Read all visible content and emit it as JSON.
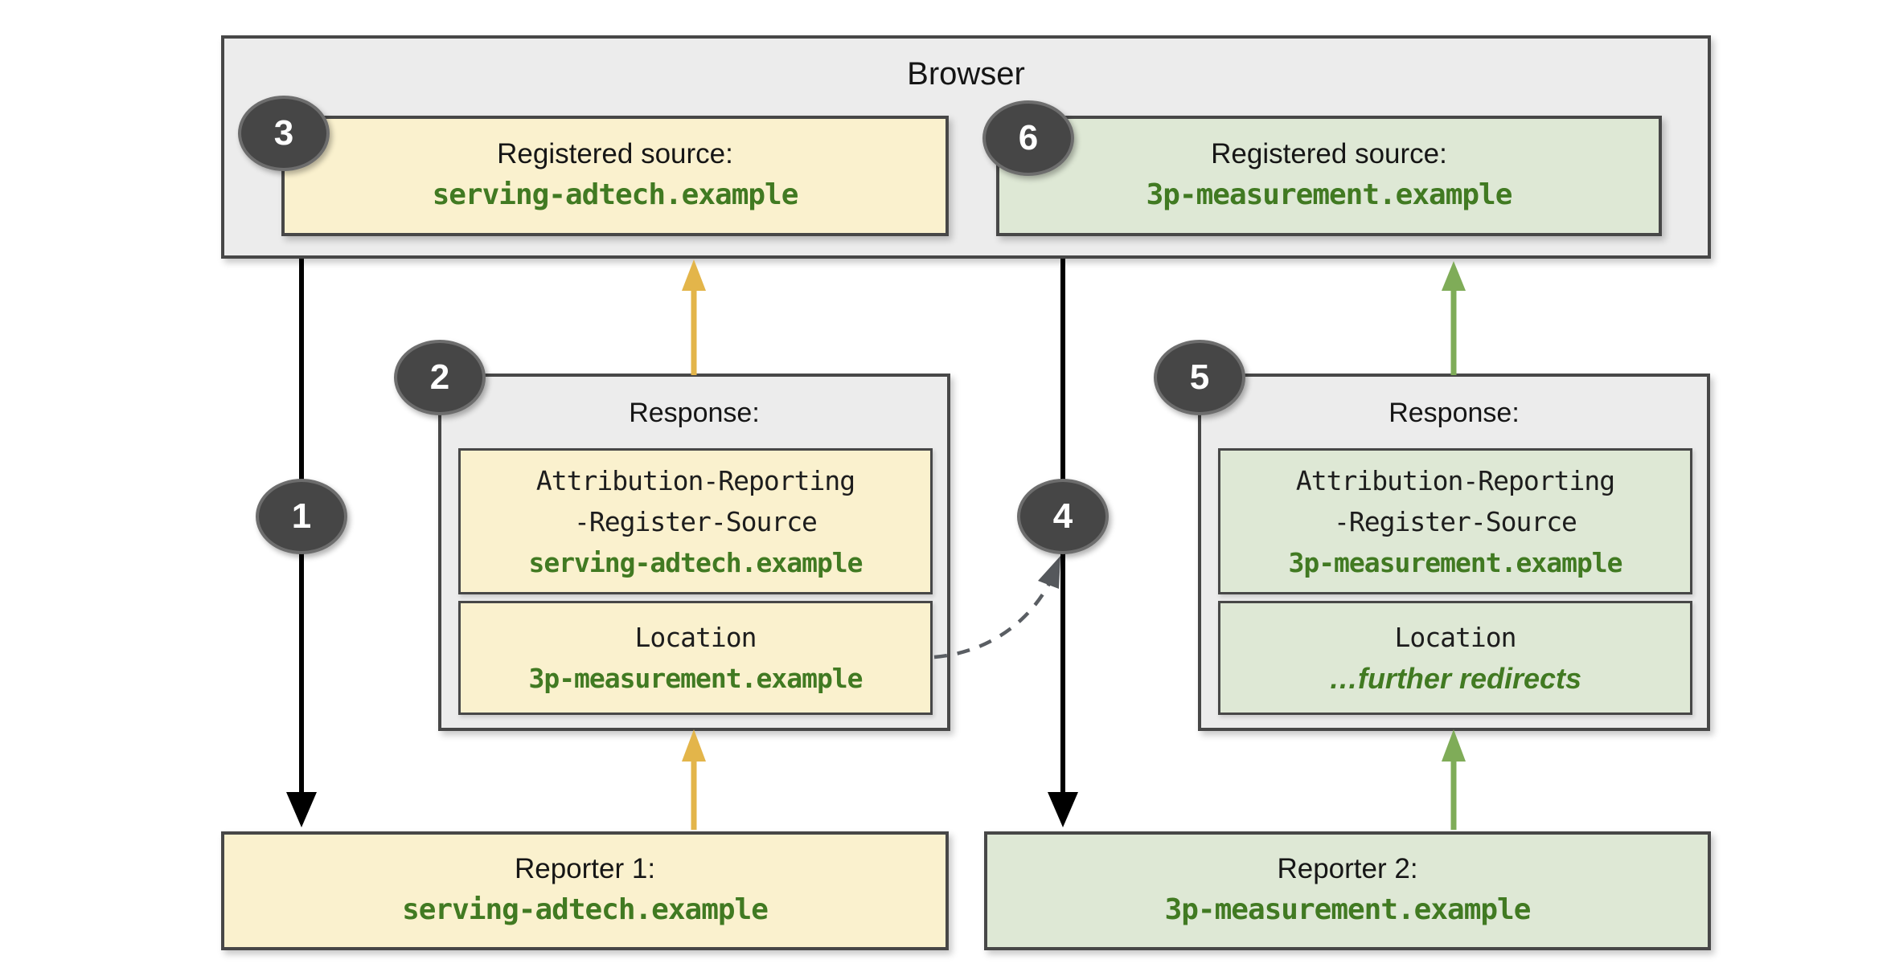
{
  "browser": {
    "title": "Browser",
    "sources": [
      {
        "badge": "3",
        "label": "Registered source:",
        "domain": "serving-adtech.example",
        "scheme": "yellow"
      },
      {
        "badge": "6",
        "label": "Registered source:",
        "domain": "3p-measurement.example",
        "scheme": "green"
      }
    ]
  },
  "responses": [
    {
      "badge": "2",
      "title": "Response:",
      "header_lines": [
        "Attribution-Reporting",
        "-Register-Source"
      ],
      "header_value": "serving-adtech.example",
      "location_label": "Location",
      "location_value": "3p-measurement.example",
      "scheme": "yellow"
    },
    {
      "badge": "5",
      "title": "Response:",
      "header_lines": [
        "Attribution-Reporting",
        "-Register-Source"
      ],
      "header_value": "3p-measurement.example",
      "location_label": "Location",
      "location_value": "…further redirects",
      "scheme": "green"
    }
  ],
  "reporters": [
    {
      "label": "Reporter 1:",
      "domain": "serving-adtech.example",
      "scheme": "yellow"
    },
    {
      "label": "Reporter 2:",
      "domain": "3p-measurement.example",
      "scheme": "green"
    }
  ],
  "flow_badges": [
    "1",
    "4"
  ],
  "connectors": [
    {
      "step": "1",
      "style": "solid-black",
      "from": "Browser",
      "to": "Reporter 1"
    },
    {
      "step": "2",
      "style": "solid-yellow",
      "from": "Reporter 1",
      "to": "Response (2)"
    },
    {
      "step": "3",
      "style": "solid-yellow",
      "from": "Response (2)",
      "to": "Browser / registered source"
    },
    {
      "step": "4",
      "style": "solid-black",
      "from": "Browser",
      "to": "Reporter 2"
    },
    {
      "step": "4-redirect",
      "style": "dashed-gray",
      "from": "Location: 3p-measurement.example",
      "to": "step 4 arrow"
    },
    {
      "step": "5",
      "style": "solid-green",
      "from": "Reporter 2",
      "to": "Response (5)"
    },
    {
      "step": "6",
      "style": "solid-green",
      "from": "Response (5)",
      "to": "Browser / registered source"
    }
  ],
  "colors": {
    "panel_gray": "#ECECEC",
    "fill_yellow": "#FAF1CE",
    "fill_green": "#DEE8D5",
    "border_dark": "#474747",
    "badge_fill": "#464646",
    "text_green": "#417A22",
    "arrow_black": "#000000",
    "arrow_yellow": "#E3B54A",
    "arrow_green": "#7FAC58",
    "arrow_dashed_gray": "#5A5E63"
  }
}
